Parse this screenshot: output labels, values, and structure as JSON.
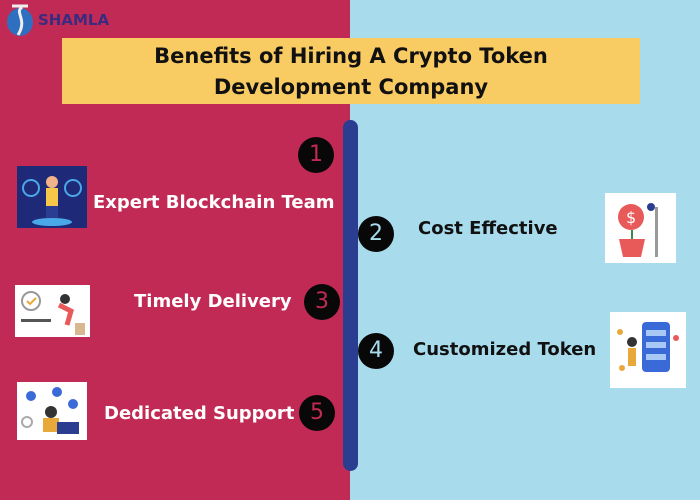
{
  "logo": {
    "text": "SHAMLA"
  },
  "title": {
    "line1": "Benefits of Hiring A Crypto Token",
    "line2": "Development Company"
  },
  "colors": {
    "left_bg": "#c12a55",
    "right_bg": "#a8dced",
    "timeline": "#2b3d91",
    "title_bg": "#f9cb63"
  },
  "items": [
    {
      "number": "1",
      "label": "Expert Blockchain Team"
    },
    {
      "number": "2",
      "label": "Cost Effective"
    },
    {
      "number": "3",
      "label": "Timely Delivery"
    },
    {
      "number": "4",
      "label": "Customized Token"
    },
    {
      "number": "5",
      "label": "Dedicated Support"
    }
  ]
}
